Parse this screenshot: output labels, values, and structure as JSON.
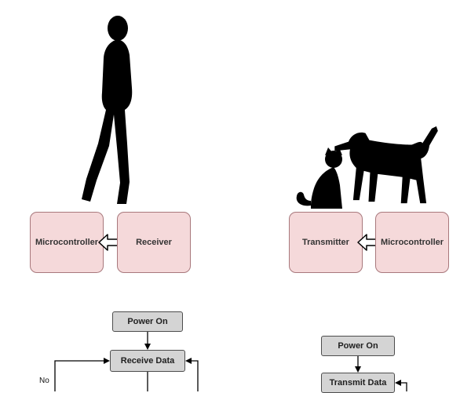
{
  "diagram": {
    "receiver_unit": {
      "microcontroller": "Microcontroller",
      "receiver": "Receiver"
    },
    "transmitter_unit": {
      "transmitter": "Transmitter",
      "microcontroller": "Microcontroller"
    },
    "receiver_flow": {
      "power_on": "Power On",
      "receive_data": "Receive Data",
      "no": "No"
    },
    "transmitter_flow": {
      "power_on": "Power On",
      "transmit_data": "Transmit Data"
    },
    "colors": {
      "box_pink_fill": "#f5d9da",
      "box_pink_border": "#a8787c",
      "box_gray_fill": "#d4d4d4",
      "box_gray_border": "#4d4d4d",
      "silhouette": "#000000",
      "background": "#ffffff"
    },
    "icons": {
      "person": "person-silhouette",
      "cat": "cat-silhouette",
      "dog": "dog-silhouette",
      "block_arrow": "left-block-arrow",
      "flow_arrow": "down-arrow"
    }
  }
}
